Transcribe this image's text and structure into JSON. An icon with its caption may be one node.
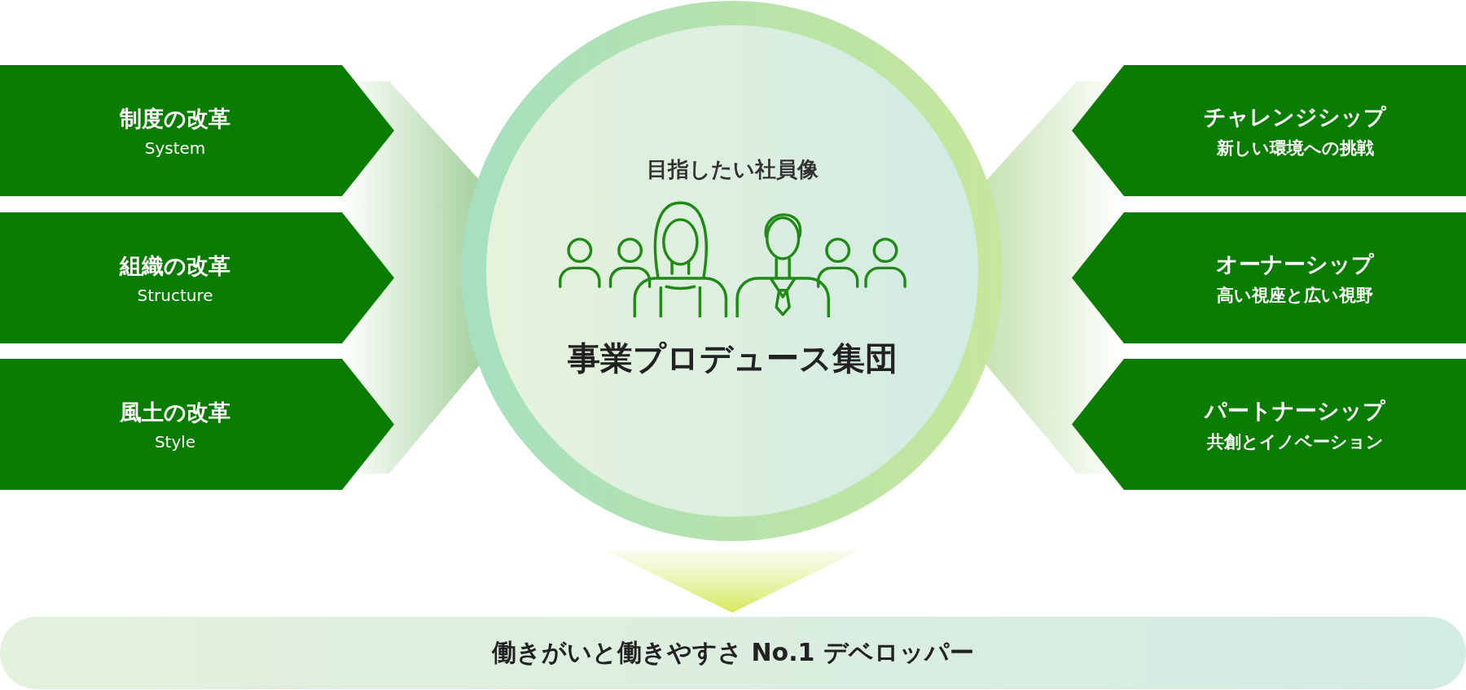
{
  "diagram": {
    "nodes": [
      {
        "text": [
          "制度の改革",
          "System"
        ]
      },
      {
        "text": [
          "組織の改革",
          "Structure"
        ]
      },
      {
        "text": [
          "風土の改革",
          "Style"
        ]
      },
      {
        "text": [
          "目指したい社員像",
          "事業プロデュース集団"
        ]
      },
      {
        "text": [
          "チャレンジシップ",
          "新しい環境への挑戦"
        ]
      },
      {
        "text": [
          "オーナーシップ",
          "高い視座と広い視野"
        ]
      },
      {
        "text": [
          "パートナーシップ",
          "共創とイノベーション"
        ]
      },
      {
        "text": [
          "働きがいと働きやすさ No.1 デベロッパー"
        ]
      }
    ],
    "edges": [
      {
        "from": 0,
        "to": 3,
        "arrow": "none"
      },
      {
        "from": 1,
        "to": 3,
        "arrow": "none"
      },
      {
        "from": 2,
        "to": 3,
        "arrow": "none"
      },
      {
        "from": 4,
        "to": 3,
        "arrow": "none"
      },
      {
        "from": 5,
        "to": 3,
        "arrow": "none"
      },
      {
        "from": 6,
        "to": 3,
        "arrow": "none"
      },
      {
        "from": 3,
        "to": 7,
        "arrow": "to"
      }
    ]
  }
}
